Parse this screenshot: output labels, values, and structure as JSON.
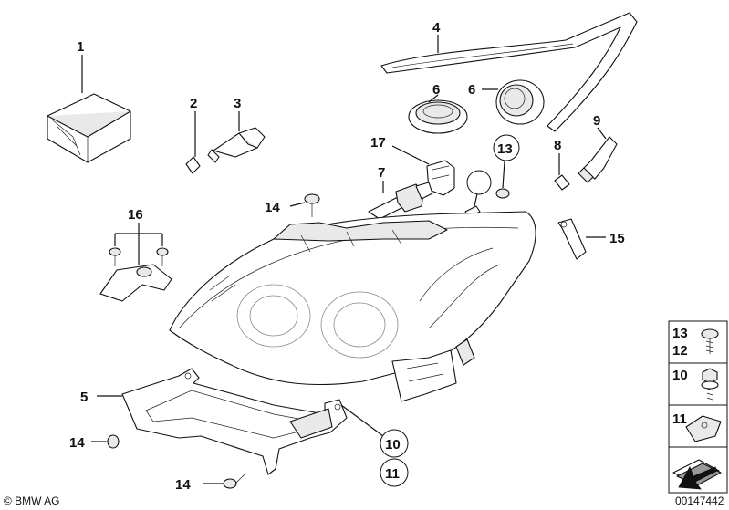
{
  "callouts": {
    "c1": "1",
    "c2": "2",
    "c3": "3",
    "c4": "4",
    "c6a": "6",
    "c6b": "6",
    "c7": "7",
    "c8": "8",
    "c9": "9",
    "c12": "12",
    "c13": "13",
    "c14a": "14",
    "c14b": "14",
    "c14c": "14",
    "c15": "15",
    "c16": "16",
    "c17": "17",
    "c5": "5",
    "c10": "10",
    "c11": "11"
  },
  "legend": {
    "row1_top": "13",
    "row1_bottom": "12",
    "row2": "10",
    "row3": "11"
  },
  "footer": {
    "brand": "© BMW AG",
    "diagram_number": "00147442"
  },
  "icons": {
    "arrow": "navigation-arrow-icon"
  }
}
